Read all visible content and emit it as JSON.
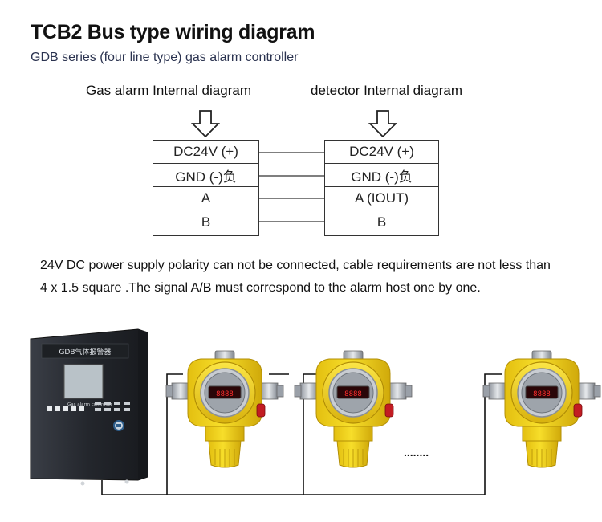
{
  "header": {
    "title": "TCB2 Bus type wiring diagram",
    "subtitle": "GDB series (four line type) gas alarm controller"
  },
  "controller_table": {
    "caption": "Gas alarm Internal diagram",
    "rows": [
      "DC24V (+)",
      "GND (-)负",
      "A",
      "B"
    ]
  },
  "detector_table": {
    "caption": "detector Internal diagram",
    "rows": [
      "DC24V (+)",
      "GND (-)负",
      "A (IOUT)",
      "B"
    ]
  },
  "note": {
    "line1": "24V DC power supply polarity can not be connected, cable requirements are not less than",
    "line2": "4 x 1.5 square .The signal A/B must correspond to the alarm host one by one."
  },
  "illustration": {
    "controller_panel_text": "GDB气体报警器",
    "controller_label": "Gas alarm controller",
    "ellipsis": "........",
    "detector_display": "8888"
  },
  "colors": {
    "detector_yellow": "#f2d21a",
    "controller_body": "#2a2d33",
    "wire": "#111111"
  }
}
